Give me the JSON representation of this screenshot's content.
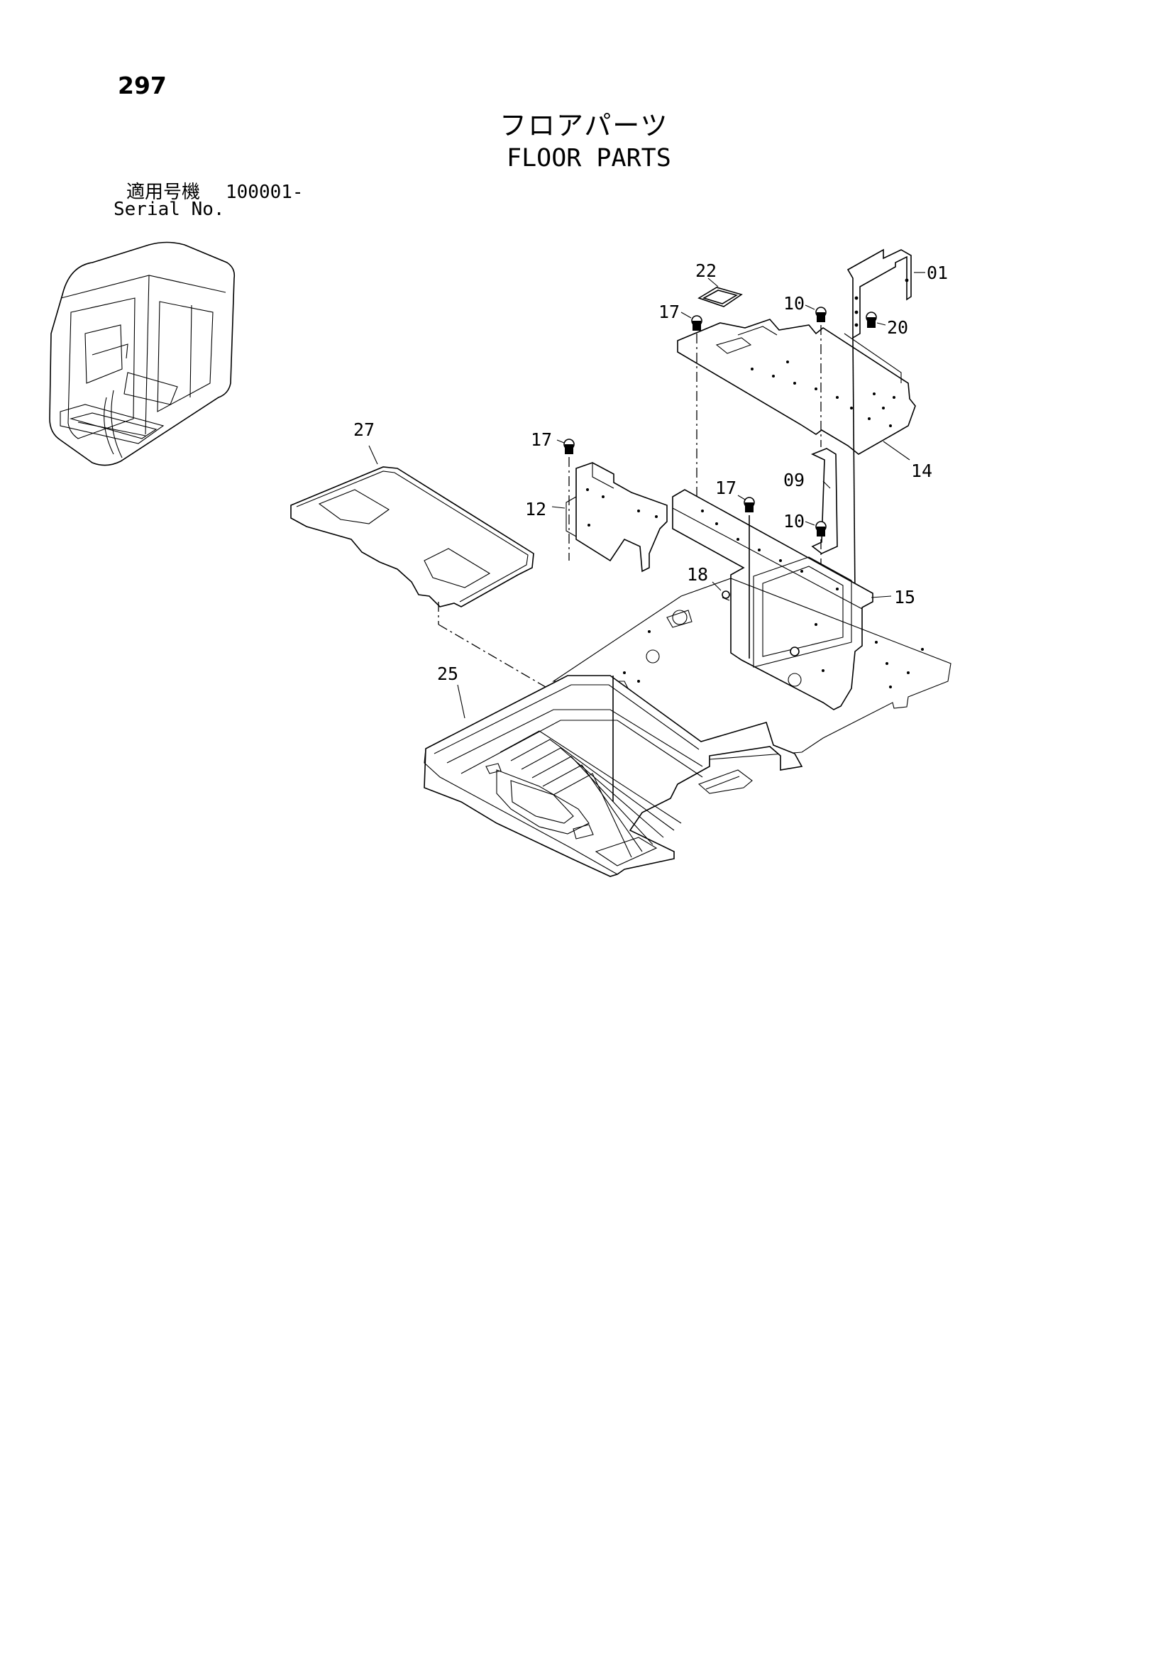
{
  "header": {
    "page_number": "297",
    "title_jp": "フロアパーツ",
    "title_en": "FLOOR PARTS"
  },
  "serial": {
    "label_jp": "適用号機",
    "range": "100001-",
    "label_en": "Serial No."
  },
  "callouts": [
    "01",
    "20",
    "22",
    "17",
    "10",
    "14",
    "27",
    "17",
    "12",
    "17",
    "09",
    "10",
    "18",
    "15",
    "25"
  ]
}
